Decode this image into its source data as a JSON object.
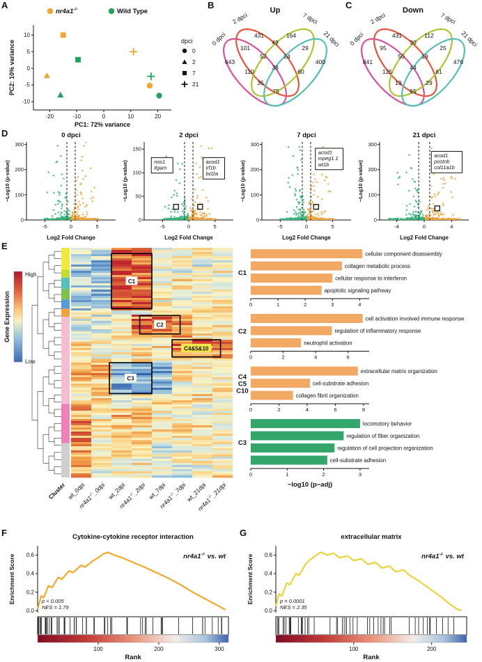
{
  "panels": {
    "a": "A",
    "b": "B",
    "c": "C",
    "d": "D",
    "e": "E",
    "f": "F",
    "g": "G"
  },
  "chart_data": [
    {
      "panel": "A",
      "type": "scatter",
      "xlabel": "PC1: 72% variance",
      "ylabel": "PC2: 10% variance",
      "xticks": [
        -20,
        -10,
        0,
        10,
        20
      ],
      "yticks": [
        -10,
        -5,
        0,
        5,
        10
      ],
      "xlim": [
        -26,
        25
      ],
      "ylim": [
        -12.5,
        13
      ],
      "groups": [
        {
          "name": "nr4a1",
          "sup": "-/-",
          "color": "#F0A732"
        },
        {
          "name": "Wild Type",
          "color": "#1FA35C"
        }
      ],
      "shape_legend": {
        "title": "dpci",
        "items": [
          {
            "label": "0",
            "shape": "circle"
          },
          {
            "label": "2",
            "shape": "triangle"
          },
          {
            "label": "7",
            "shape": "square"
          },
          {
            "label": "21",
            "shape": "plus"
          }
        ]
      },
      "points": [
        {
          "x": -15,
          "y": 10,
          "shape": "square",
          "group": 0
        },
        {
          "x": -9.5,
          "y": 2.6,
          "shape": "square",
          "group": 1
        },
        {
          "x": -21,
          "y": -2.2,
          "shape": "triangle",
          "group": 0
        },
        {
          "x": -16,
          "y": -8,
          "shape": "triangle",
          "group": 1
        },
        {
          "x": 11,
          "y": 5,
          "shape": "plus",
          "group": 0
        },
        {
          "x": 17.5,
          "y": -2.4,
          "shape": "plus",
          "group": 1
        },
        {
          "x": 17,
          "y": -5.2,
          "shape": "circle",
          "group": 0
        },
        {
          "x": 20.5,
          "y": -8.2,
          "shape": "circle",
          "group": 1
        }
      ]
    },
    {
      "panel": "B",
      "type": "venn4",
      "title": "Up",
      "sets": [
        {
          "label": "0 dpci",
          "color": "#D9519E"
        },
        {
          "label": "2 dpci",
          "color": "#E8553B"
        },
        {
          "label": "7 dpci",
          "color": "#AEC431"
        },
        {
          "label": "21 dpci",
          "color": "#55BEB9"
        }
      ],
      "counts": [
        [
          76,
          50,
          "431"
        ],
        [
          122,
          50,
          "164"
        ],
        [
          56,
          68,
          "101"
        ],
        [
          99,
          60,
          "49"
        ],
        [
          142,
          68,
          "29"
        ],
        [
          34,
          88,
          "643"
        ],
        [
          82,
          80,
          "52"
        ],
        [
          116,
          80,
          "24"
        ],
        [
          164,
          88,
          "400"
        ],
        [
          62,
          102,
          "110"
        ],
        [
          99,
          96,
          "38"
        ],
        [
          136,
          102,
          "60"
        ],
        [
          78,
          118,
          "35"
        ],
        [
          100,
          130,
          "75"
        ]
      ]
    },
    {
      "panel": "C",
      "type": "venn4",
      "title": "Down",
      "sets": [
        {
          "label": "0 dpci",
          "color": "#D9519E"
        },
        {
          "label": "2 dpci",
          "color": "#E8553B"
        },
        {
          "label": "7 dpci",
          "color": "#AEC431"
        },
        {
          "label": "21 dpci",
          "color": "#55BEB9"
        }
      ],
      "counts": [
        [
          76,
          50,
          "431"
        ],
        [
          122,
          50,
          "112"
        ],
        [
          56,
          68,
          "95"
        ],
        [
          99,
          60,
          "30"
        ],
        [
          142,
          68,
          "25"
        ],
        [
          34,
          88,
          "841"
        ],
        [
          82,
          80,
          "50"
        ],
        [
          116,
          80,
          "19"
        ],
        [
          164,
          88,
          "476"
        ],
        [
          62,
          102,
          "125"
        ],
        [
          99,
          96,
          "44"
        ],
        [
          136,
          102,
          "81"
        ],
        [
          78,
          118,
          "19"
        ],
        [
          99,
          130,
          "65"
        ],
        [
          122,
          118,
          "29"
        ]
      ]
    },
    {
      "panel": "D",
      "type": "volcano_row",
      "xlabel": "Log2 Fold Change",
      "ylabel": "−Log10 (p-value)",
      "colors": {
        "up": "#F0A440",
        "down": "#35B57A"
      },
      "plots": [
        {
          "title": "0 dpci",
          "xticks": [
            -5,
            0,
            5
          ],
          "xlim": [
            -8.5,
            8.5
          ],
          "yticks": [
            0,
            100,
            200,
            300
          ],
          "ylim": [
            0,
            310
          ],
          "seed": 11,
          "up_bias": 0.5,
          "boxes": []
        },
        {
          "title": "2 dpci",
          "xticks": [
            -5,
            0,
            5
          ],
          "xlim": [
            -8.5,
            8.5
          ],
          "yticks": [
            0,
            50,
            100,
            150
          ],
          "ylim": [
            0,
            165
          ],
          "seed": 22,
          "up_bias": 0.75,
          "boxes": [
            {
              "genes": [
                "nos1",
                "itgam"
              ],
              "bx": 0.08,
              "by": 0.2,
              "mx": 0.33,
              "my": 0.8
            },
            {
              "genes": [
                "acod1",
                "irf1b",
                "bcl2a"
              ],
              "bx": 0.66,
              "by": 0.2,
              "mx": 0.6,
              "my": 0.8
            }
          ]
        },
        {
          "title": "7 dpci",
          "xticks": [
            -5,
            0,
            5
          ],
          "xlim": [
            -8.5,
            8.5
          ],
          "yticks": [
            0,
            100,
            200,
            300
          ],
          "ylim": [
            0,
            310
          ],
          "seed": 33,
          "up_bias": 0.6,
          "boxes": [
            {
              "genes": [
                "acod1",
                "mpeg1.1",
                "wt1b"
              ],
              "bx": 0.6,
              "by": 0.08,
              "mx": 0.58,
              "my": 0.8
            }
          ]
        },
        {
          "title": "21 dpci",
          "xticks": [
            -4,
            0,
            4
          ],
          "xlim": [
            -6.5,
            6.5
          ],
          "yticks": [
            0,
            100,
            200,
            300
          ],
          "ylim": [
            0,
            310
          ],
          "seed": 44,
          "up_bias": 0.7,
          "boxes": [
            {
              "genes": [
                "acod1",
                "postnb",
                "col11a1b"
              ],
              "bx": 0.58,
              "by": 0.12,
              "mx": 0.62,
              "my": 0.82
            }
          ]
        }
      ]
    },
    {
      "panel": "E",
      "type": "heatmap_go",
      "expression_legend": {
        "title": "Gene Expression",
        "high": "High",
        "low": "Low"
      },
      "cluster_axis_label": "Cluster",
      "rows": 110,
      "heat_seed": 5,
      "columns": [
        {
          "base": "wt_0dpi"
        },
        {
          "base": "nr4a1",
          "sup": "-/-",
          "post": "_0dpi",
          "it": true
        },
        {
          "base": "wt_2dpi"
        },
        {
          "base": "nr4a1",
          "sup": "-/-",
          "post": "_2dpi",
          "it": true
        },
        {
          "base": "wt_7dpi"
        },
        {
          "base": "nr4a1",
          "sup": "-/-",
          "post": "_7dpi",
          "it": true
        },
        {
          "base": "wt_21dpi"
        },
        {
          "base": "nr4a1",
          "sup": "-/-",
          "post": "_21dpi",
          "it": true
        }
      ],
      "cluster_segments": [
        [
          "#F0E93E",
          0.095
        ],
        [
          "#C3DC33",
          0.035
        ],
        [
          "#57C1B7",
          0.05
        ],
        [
          "#7DC24A",
          0.045
        ],
        [
          "#539AD6",
          0.04
        ],
        [
          "#F0A43B",
          0.035
        ],
        [
          "#F6BCD2",
          0.38
        ],
        [
          "#EE82B8",
          0.17
        ],
        [
          "#CFCFCF",
          0.15
        ]
      ],
      "heat_blocks": [
        [
          0.0,
          0.27,
          2,
          4,
          0.34
        ],
        [
          0.0,
          0.27,
          0,
          2,
          -0.22
        ],
        [
          0.02,
          0.12,
          4,
          8,
          -0.06
        ],
        [
          0.29,
          0.385,
          3,
          6,
          0.3
        ],
        [
          0.29,
          0.385,
          0,
          2,
          -0.1
        ],
        [
          0.4,
          0.48,
          5,
          8,
          0.28
        ],
        [
          0.5,
          0.635,
          2,
          5,
          -0.34
        ],
        [
          0.5,
          0.635,
          0,
          2,
          0.16
        ],
        [
          0.66,
          1.0,
          0,
          1,
          0.24
        ],
        [
          0.7,
          0.9,
          2,
          4,
          0.1
        ],
        [
          0.85,
          1.0,
          4,
          6,
          -0.1
        ]
      ],
      "overlay_boxes": [
        {
          "label": "C1",
          "c0": 2,
          "c1": 4,
          "r0": 0.025,
          "r1": 0.265,
          "bg": "#FFFFFF"
        },
        {
          "label": "C2",
          "c0": 3.4,
          "c1": 5.4,
          "r0": 0.295,
          "r1": 0.375,
          "bg": "#FFFFFF"
        },
        {
          "label": "C4&5&10",
          "c0": 5,
          "c1": 7.4,
          "r0": 0.4,
          "r1": 0.475,
          "bg": "#F2E64A"
        },
        {
          "label": "C3",
          "c0": 1.9,
          "c1": 4,
          "r0": 0.5,
          "r1": 0.635,
          "bg": "#FFFFFF"
        }
      ],
      "go_xlabel": "−log10 (p−adj)",
      "go_charts": [
        {
          "groups": [
            "C1"
          ],
          "color": "#F2A964",
          "xticks": [
            0,
            1,
            2,
            3,
            4
          ],
          "xmax": 4.35,
          "bars": [
            [
              "cellular component disassembly",
              4.1
            ],
            [
              "collagen metabolic process",
              3.35
            ],
            [
              "cellular response to interferon",
              3.0
            ],
            [
              "apoptotic signaling pathway",
              2.6
            ]
          ]
        },
        {
          "groups": [
            "C2"
          ],
          "color": "#F2A964",
          "xticks": [
            0,
            2,
            4,
            6
          ],
          "xmax": 7.3,
          "bars": [
            [
              "cell activation involved immune response",
              6.9
            ],
            [
              "regulation of inflammatory response",
              5.0
            ],
            [
              "neutrophil activation",
              3.1
            ]
          ]
        },
        {
          "groups": [
            "C4",
            "C5",
            "C10"
          ],
          "color": "#F2A964",
          "xticks": [
            0,
            2,
            4,
            6,
            8
          ],
          "xmax": 8.4,
          "bars": [
            [
              "extracellular matrix organization",
              7.6
            ],
            [
              "cell-substrate adhesion",
              4.2
            ],
            [
              "collagen fibril organization",
              3.0
            ]
          ]
        },
        {
          "groups": [
            "C3"
          ],
          "color": "#35A66B",
          "xticks": [
            0,
            1,
            2,
            3
          ],
          "xmax": 3.25,
          "bars": [
            [
              "locomotory behavior",
              3.0
            ],
            [
              "regulation of fiber organization",
              2.55
            ],
            [
              "regulation of cell projection organization",
              2.3
            ],
            [
              "cell-substrate adhesion",
              2.1
            ]
          ]
        }
      ]
    },
    {
      "panel": "F",
      "type": "gsea",
      "title": "Cytokine-cytokine receptor interaction",
      "ylabel": "Enrichment Score",
      "xlabel": "Rank",
      "yticks": [
        0.0,
        0.2,
        0.4,
        0.6
      ],
      "ylim": [
        -0.02,
        0.7
      ],
      "xticks": [
        100,
        200,
        300
      ],
      "xmax": 315,
      "comparison": {
        "base": "nr4a1",
        "sup": "-/-",
        "post": " vs. wt"
      },
      "stats": [
        "p < 0.005",
        "NES = 1.79"
      ],
      "curve_color": "#F5A82B",
      "barcode_seed": 7,
      "barcode_n": 55,
      "curve": [
        [
          0,
          0.02
        ],
        [
          6,
          0.16
        ],
        [
          10,
          0.14
        ],
        [
          18,
          0.27
        ],
        [
          24,
          0.25
        ],
        [
          34,
          0.36
        ],
        [
          40,
          0.34
        ],
        [
          52,
          0.43
        ],
        [
          58,
          0.41
        ],
        [
          72,
          0.49
        ],
        [
          78,
          0.47
        ],
        [
          92,
          0.54
        ],
        [
          100,
          0.57
        ],
        [
          108,
          0.61
        ],
        [
          116,
          0.63
        ],
        [
          126,
          0.6
        ],
        [
          140,
          0.57
        ],
        [
          158,
          0.52
        ],
        [
          176,
          0.47
        ],
        [
          196,
          0.41
        ],
        [
          216,
          0.35
        ],
        [
          236,
          0.28
        ],
        [
          256,
          0.2
        ],
        [
          276,
          0.13
        ],
        [
          296,
          0.06
        ],
        [
          310,
          0.01
        ]
      ]
    },
    {
      "panel": "G",
      "type": "gsea",
      "title": "extracellular matrix",
      "ylabel": "Enrichment Score",
      "xlabel": "Rank",
      "yticks": [
        0.0,
        0.2,
        0.4,
        0.6
      ],
      "ylim": [
        -0.02,
        0.7
      ],
      "xticks": [
        100,
        200
      ],
      "xmax": 245,
      "comparison": {
        "base": "nr4a1",
        "sup": "-/-",
        "post": " vs. wt"
      },
      "stats": [
        "p = 0.0001",
        "NES = 2.35"
      ],
      "curve_color": "#EDD33A",
      "barcode_seed": 9,
      "barcode_n": 48,
      "curve": [
        [
          0,
          0.05
        ],
        [
          4,
          0.18
        ],
        [
          8,
          0.16
        ],
        [
          14,
          0.3
        ],
        [
          18,
          0.28
        ],
        [
          26,
          0.4
        ],
        [
          30,
          0.38
        ],
        [
          38,
          0.5
        ],
        [
          44,
          0.55
        ],
        [
          52,
          0.6
        ],
        [
          58,
          0.63
        ],
        [
          66,
          0.6
        ],
        [
          74,
          0.62
        ],
        [
          82,
          0.57
        ],
        [
          92,
          0.59
        ],
        [
          100,
          0.54
        ],
        [
          110,
          0.56
        ],
        [
          118,
          0.5
        ],
        [
          128,
          0.52
        ],
        [
          136,
          0.46
        ],
        [
          146,
          0.48
        ],
        [
          154,
          0.42
        ],
        [
          164,
          0.44
        ],
        [
          172,
          0.38
        ],
        [
          182,
          0.33
        ],
        [
          192,
          0.27
        ],
        [
          202,
          0.21
        ],
        [
          212,
          0.15
        ],
        [
          222,
          0.08
        ],
        [
          232,
          0.02
        ],
        [
          238,
          0.0
        ]
      ]
    }
  ]
}
